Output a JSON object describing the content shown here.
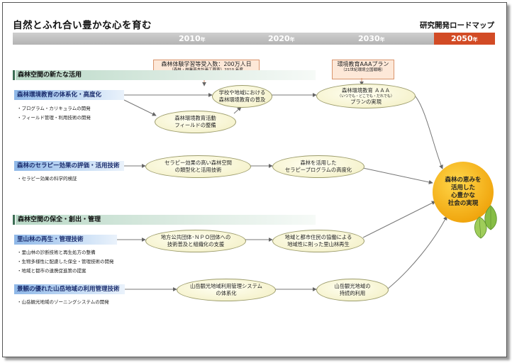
{
  "header": {
    "title": "自然とふれ合い豊かな心を育む",
    "brand": "研究開発ロードマップ"
  },
  "timeline": {
    "years": [
      {
        "year": "2010",
        "suffix": "年"
      },
      {
        "year": "2020",
        "suffix": "年"
      },
      {
        "year": "2030",
        "suffix": "年"
      },
      {
        "year": "2050",
        "suffix": "年"
      }
    ],
    "highlight_color": "#d24b25"
  },
  "callouts": {
    "experience": {
      "title": "森林体験学習等受入数：200万人日",
      "note": "（森林・林業基本計画工程表）2010 年度"
    },
    "aaa": {
      "title": "環境教育AAAプラン",
      "note": "（21世紀環境立国戦略）"
    }
  },
  "sections": {
    "new_use": "森林空間の新たな活用",
    "conservation": "森林空間の保全・創出・管理"
  },
  "categories": {
    "env_edu": {
      "label": "森林環境教育の体系化・高度化",
      "bullets": [
        "・プログラム・カリキュラムの開発",
        "・フィールド管理・利用技術の開発"
      ]
    },
    "therapy": {
      "label": "森林のセラピー効果の評価・活用技術",
      "bullets": [
        "・セラピー効果の科学的検証"
      ]
    },
    "satoyama": {
      "label": "里山林の再生・管理技術",
      "bullets": [
        "・里山林の診断技術と再生処方の整備",
        "・生物多様性に配慮した保全・管理技術の開発",
        "・地域と都市の連携促進策の提案"
      ]
    },
    "scenic": {
      "label": "景観の優れた山岳地域の利用管理技術",
      "bullets": [
        "・山岳観光地域のゾーニングシステムの開発"
      ]
    }
  },
  "nodes": {
    "school": [
      "学校や地域における",
      "森林環境教育の普及"
    ],
    "field": [
      "森林環境教育活動",
      "フィールドの整備"
    ],
    "aaa_edu": {
      "line1": "森林環境教育 ＡＡＡ",
      "sub": "（いつでも・どこでも・だれでも）",
      "line3": "プランの実現"
    },
    "therapy_space": [
      "セラピー効果の高い森林空間",
      "の類型化と活用技術"
    ],
    "therapy_program": [
      "森林を活用した",
      "セラピープログラムの高度化"
    ],
    "local_gov": [
      "地方公共団体･ＮＰＯ団体への",
      "技術普及と組織化の支援"
    ],
    "cooperation": [
      "地域と都市住民の協働による",
      "地域性に則った里山林再生"
    ],
    "mountain_system": [
      "山岳観光地域利用管理システム",
      "の体系化"
    ],
    "sustainable": [
      "山岳観光地域の",
      "持続的利用"
    ]
  },
  "goal": {
    "lines": [
      "森林の恵みを",
      "活用した",
      "心豊かな",
      "社会の実現"
    ],
    "color": "#f0a40c"
  },
  "icons": [
    "leaf-icon"
  ]
}
